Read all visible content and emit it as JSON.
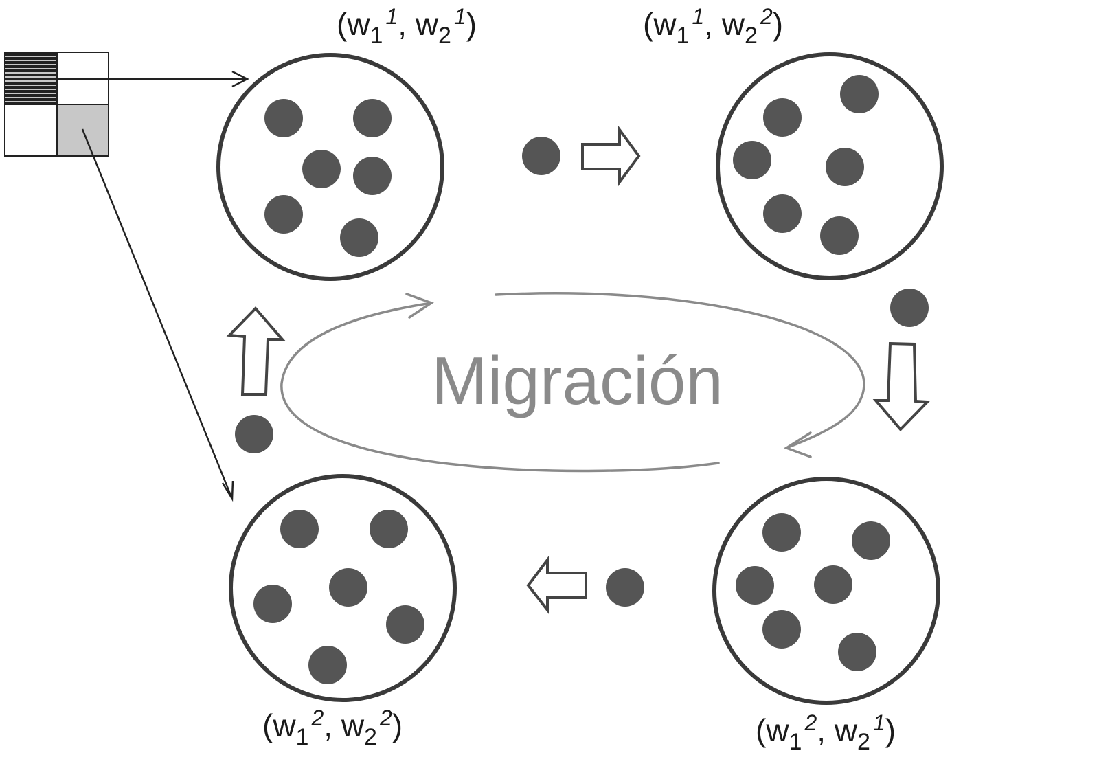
{
  "center_label": "Migración",
  "islands": [
    {
      "id": "top-left",
      "label": {
        "w1_sub": "1",
        "w1_sup": "1",
        "w2_sub": "2",
        "w2_sup": "1"
      }
    },
    {
      "id": "top-right",
      "label": {
        "w1_sub": "1",
        "w1_sup": "1",
        "w2_sub": "2",
        "w2_sup": "2"
      }
    },
    {
      "id": "bottom-right",
      "label": {
        "w1_sub": "1",
        "w1_sup": "2",
        "w2_sub": "2",
        "w2_sup": "1"
      }
    },
    {
      "id": "bottom-left",
      "label": {
        "w1_sub": "1",
        "w1_sup": "2",
        "w2_sub": "2",
        "w2_sup": "2"
      }
    }
  ],
  "label_text": {
    "open": "(w",
    "comma": ", w",
    "close": ")"
  },
  "colors": {
    "dot": "#555555",
    "circle": "#3a3a3a",
    "migration": "#8a8a8a"
  }
}
